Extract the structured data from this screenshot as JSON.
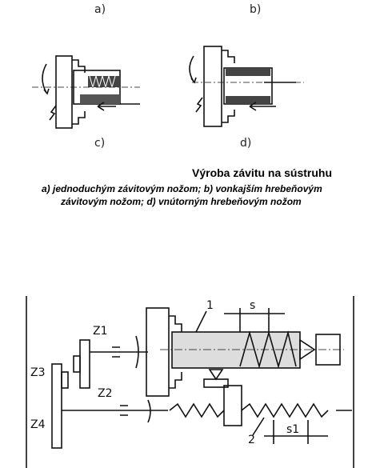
{
  "figure_top": {
    "labels": {
      "a": "a)",
      "b": "b)",
      "c": "c)",
      "d": "d)"
    }
  },
  "caption": {
    "title": "Výroba závitu na sústruhu",
    "line1": "a)   jednoduchým závitovým nožom; b) vonkajším hrebeňovým",
    "line2": "závitovým nožom; d) vnútorným hrebeňovým nožom"
  },
  "figure_bottom": {
    "labels": {
      "z1": "Z1",
      "z2": "Z2",
      "z3": "Z3",
      "z4": "Z4",
      "part1": "1",
      "part2": "2",
      "s": "s",
      "s1": "s1"
    }
  }
}
